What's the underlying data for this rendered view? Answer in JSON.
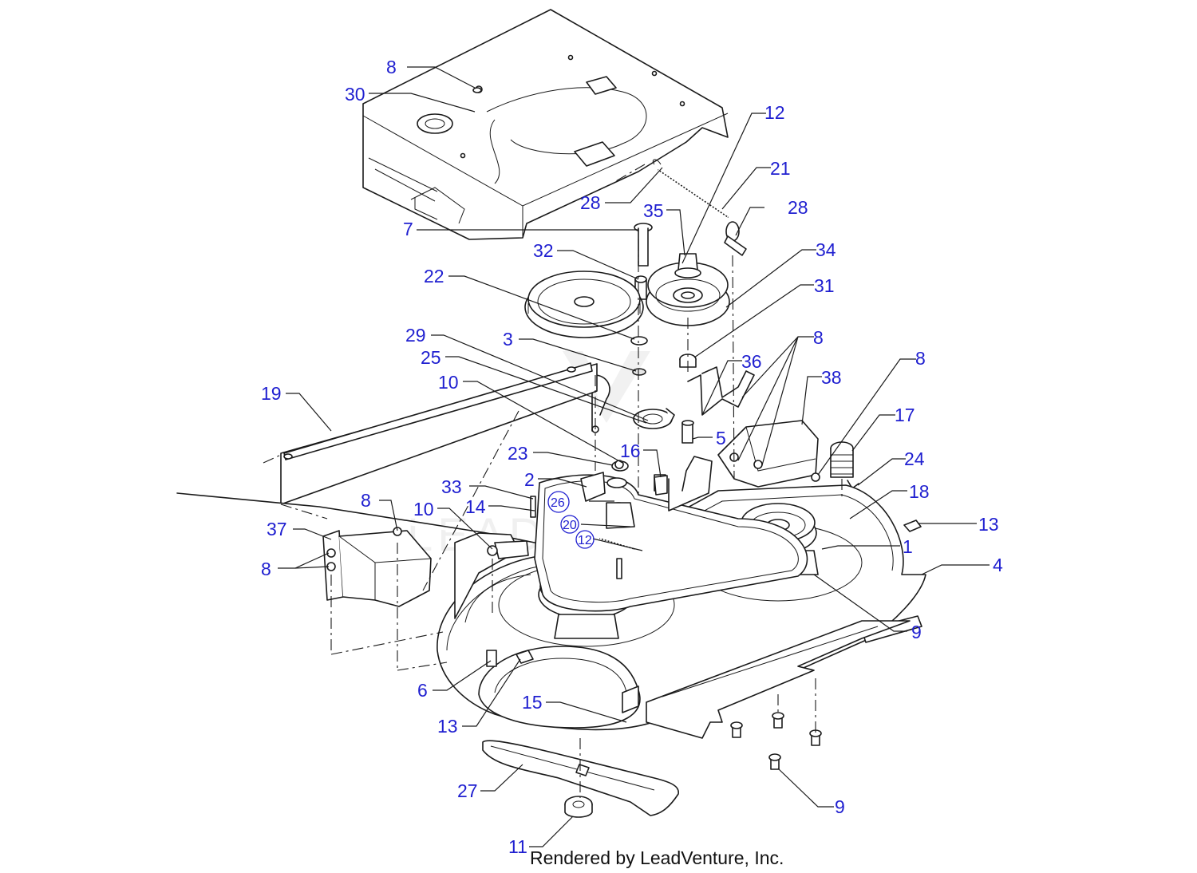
{
  "footer": {
    "credit": "Rendered by LeadVenture, Inc."
  },
  "watermark_text": "LEADVENTURE",
  "colors": {
    "callout": "#1f1fd0",
    "line": "#1a1a1a"
  },
  "callouts": [
    {
      "id": "c-8a",
      "label": "8"
    },
    {
      "id": "c-30",
      "label": "30"
    },
    {
      "id": "c-12a",
      "label": "12"
    },
    {
      "id": "c-21",
      "label": "21"
    },
    {
      "id": "c-28a",
      "label": "28"
    },
    {
      "id": "c-28b",
      "label": "28"
    },
    {
      "id": "c-35",
      "label": "35"
    },
    {
      "id": "c-7",
      "label": "7"
    },
    {
      "id": "c-34",
      "label": "34"
    },
    {
      "id": "c-32",
      "label": "32"
    },
    {
      "id": "c-31",
      "label": "31"
    },
    {
      "id": "c-22",
      "label": "22"
    },
    {
      "id": "c-3",
      "label": "3"
    },
    {
      "id": "c-8b",
      "label": "8"
    },
    {
      "id": "c-29",
      "label": "29"
    },
    {
      "id": "c-36",
      "label": "36"
    },
    {
      "id": "c-8c",
      "label": "8"
    },
    {
      "id": "c-25",
      "label": "25"
    },
    {
      "id": "c-38",
      "label": "38"
    },
    {
      "id": "c-10a",
      "label": "10"
    },
    {
      "id": "c-19",
      "label": "19"
    },
    {
      "id": "c-17",
      "label": "17"
    },
    {
      "id": "c-5",
      "label": "5"
    },
    {
      "id": "c-24",
      "label": "24"
    },
    {
      "id": "c-23",
      "label": "23"
    },
    {
      "id": "c-16",
      "label": "16"
    },
    {
      "id": "c-18",
      "label": "18"
    },
    {
      "id": "c-2",
      "label": "2"
    },
    {
      "id": "c-33",
      "label": "33"
    },
    {
      "id": "c-26",
      "label": "26"
    },
    {
      "id": "c-13a",
      "label": "13"
    },
    {
      "id": "c-14",
      "label": "14"
    },
    {
      "id": "c-8d",
      "label": "8"
    },
    {
      "id": "c-10b",
      "label": "10"
    },
    {
      "id": "c-20",
      "label": "20"
    },
    {
      "id": "c-1",
      "label": "1"
    },
    {
      "id": "c-37",
      "label": "37"
    },
    {
      "id": "c-12b",
      "label": "12"
    },
    {
      "id": "c-4",
      "label": "4"
    },
    {
      "id": "c-8e",
      "label": "8"
    },
    {
      "id": "c-9a",
      "label": "9"
    },
    {
      "id": "c-6",
      "label": "6"
    },
    {
      "id": "c-15",
      "label": "15"
    },
    {
      "id": "c-13b",
      "label": "13"
    },
    {
      "id": "c-27",
      "label": "27"
    },
    {
      "id": "c-9b",
      "label": "9"
    },
    {
      "id": "c-11",
      "label": "11"
    }
  ]
}
